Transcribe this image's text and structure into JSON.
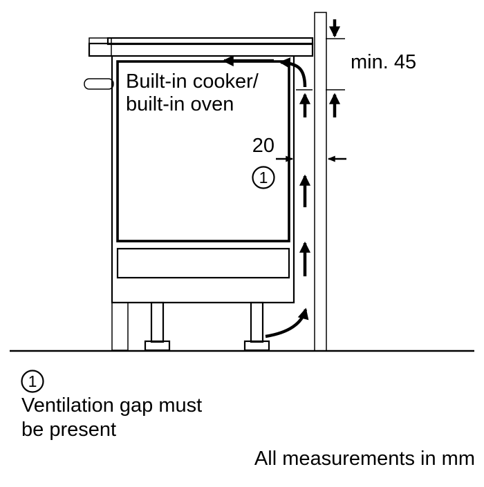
{
  "colors": {
    "wall": "#9a9a9a",
    "oven_fill": "#e9e9e9",
    "cap": "#b4b4b4",
    "white": "#ffffff"
  },
  "diagram": {
    "oven_label": {
      "line1": "Built-in cooker/",
      "line2": "built-in oven"
    },
    "dimensions": {
      "top_clearance": "min. 45",
      "rear_gap": "20"
    },
    "callout": "1"
  },
  "legend": {
    "callout": "1",
    "note_line1": "Ventilation gap must",
    "note_line2": "be present"
  },
  "footer": {
    "units": "All measurements in mm"
  }
}
